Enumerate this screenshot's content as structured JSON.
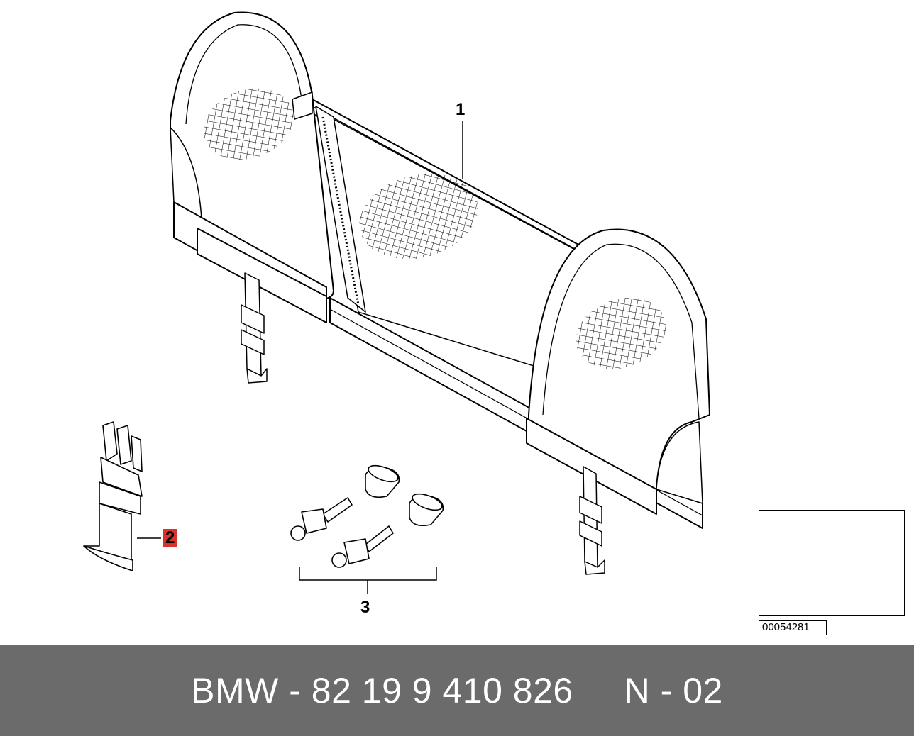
{
  "diagram": {
    "callouts": [
      {
        "id": "1",
        "label": "1"
      },
      {
        "id": "2",
        "label": "2"
      },
      {
        "id": "3",
        "label": "3"
      }
    ],
    "inset": {
      "code": "00054281"
    },
    "colors": {
      "line": "#000000",
      "highlight": "#d9312b",
      "footer_background": "#6b6b6b",
      "footer_text": "#ffffff"
    }
  },
  "footer": {
    "text": "BMW - 82 19 9 410 826     N - 02"
  }
}
